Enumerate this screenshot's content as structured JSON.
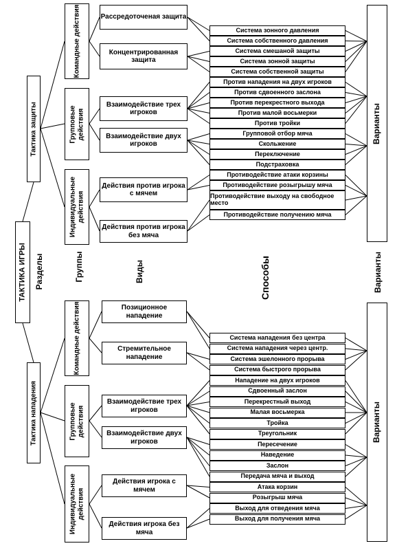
{
  "root": "ТАКТИКА ИГРЫ",
  "column_labels": {
    "sections": "Разделы",
    "groups": "Группы",
    "types": "Виды",
    "methods": "Способы",
    "variants": "Варианты"
  },
  "defense": {
    "section": "Тактика защиты",
    "groups": [
      "Командные действия",
      "Групповые действия",
      "Индивидуальные действия"
    ],
    "types": [
      "Рассредоточеная защита",
      "Концентрированная защита",
      "Взаимодействие трех игроков",
      "Взаимодействие двух игроков",
      "Действия против игрока с мячем",
      "Действия против игрока без мяча"
    ],
    "methods": [
      "Система зонного давления",
      "Система собственного давления",
      "Система смешаной защиты",
      "Система зонной защиты",
      "Система собственной защиты",
      "Против нападения на двух игроков",
      "Против сдвоенного заслона",
      "Против перекрестного выхода",
      "Против малой восьмерки",
      "Против тройки",
      "Групповой отбор мяча",
      "Скольжение",
      "Переключение",
      "Подстраховка",
      "Противодействие атаки корзины",
      "Противодействие розыгрышу мяча",
      "Противодействие выходу на свободное место",
      "Противодействие получению мяча"
    ],
    "variants": "Варианты"
  },
  "attack": {
    "section": "Тактика нападения",
    "groups": [
      "Командные действия",
      "Групповые действия",
      "Индивидуальные действия"
    ],
    "types": [
      "Позиционное нападение",
      "Стремительное нападение",
      "Взаимодействие трех игроков",
      "Взаимодействие двух игроков",
      "Действия игрока с мячем",
      "Действия игрока без мяча"
    ],
    "methods": [
      "Система нападения без центра",
      "Система нападения через центр.",
      "Система эшелонного прорыва",
      "Система быстрого прорыва",
      "Нападение на двух игроков",
      "Сдвоенный заслон",
      "Перекрестный выход",
      "Малая восьмерка",
      "Тройка",
      "Треугольник",
      "Пересечение",
      "Наведение",
      "Заслон",
      "Передача мяча и выход",
      "Атака корзин",
      "Розыгрыш мяча",
      "Выход для отведения мяча",
      "Выход для получения мяча"
    ],
    "variants": "Варианты"
  }
}
